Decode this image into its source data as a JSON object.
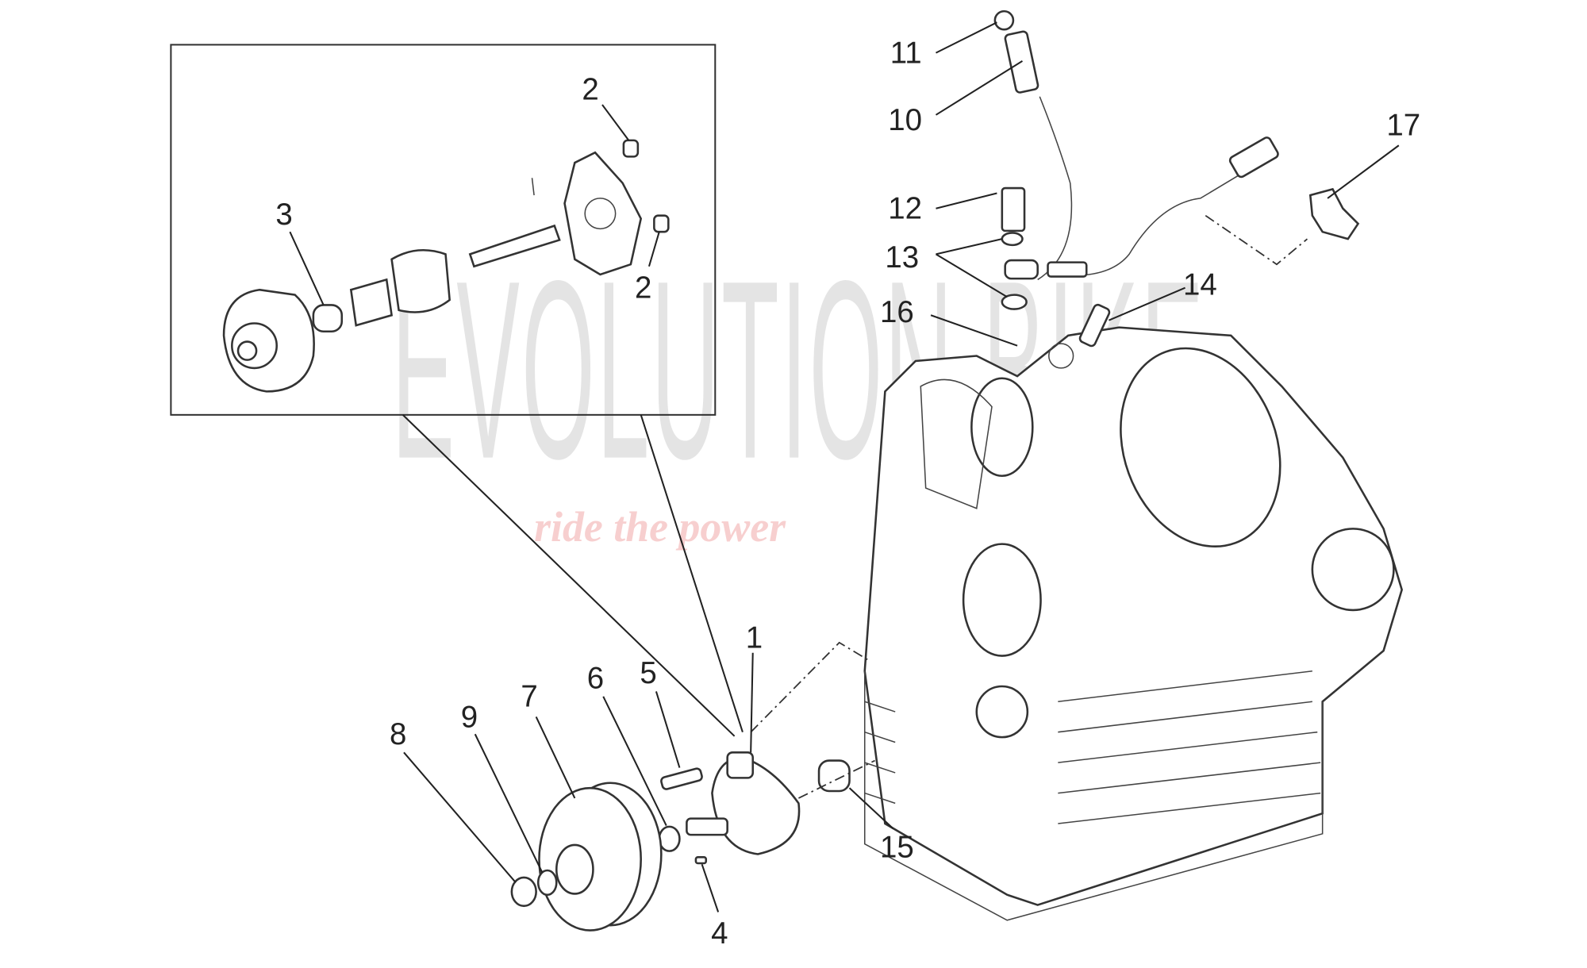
{
  "diagram": {
    "callouts": [
      "1",
      "2",
      "2",
      "3",
      "4",
      "5",
      "6",
      "7",
      "8",
      "9",
      "10",
      "11",
      "12",
      "13",
      "14",
      "15",
      "16",
      "17"
    ]
  },
  "watermark": {
    "brand": "EVOLUTION BIKE",
    "tagline": "ride the power"
  }
}
